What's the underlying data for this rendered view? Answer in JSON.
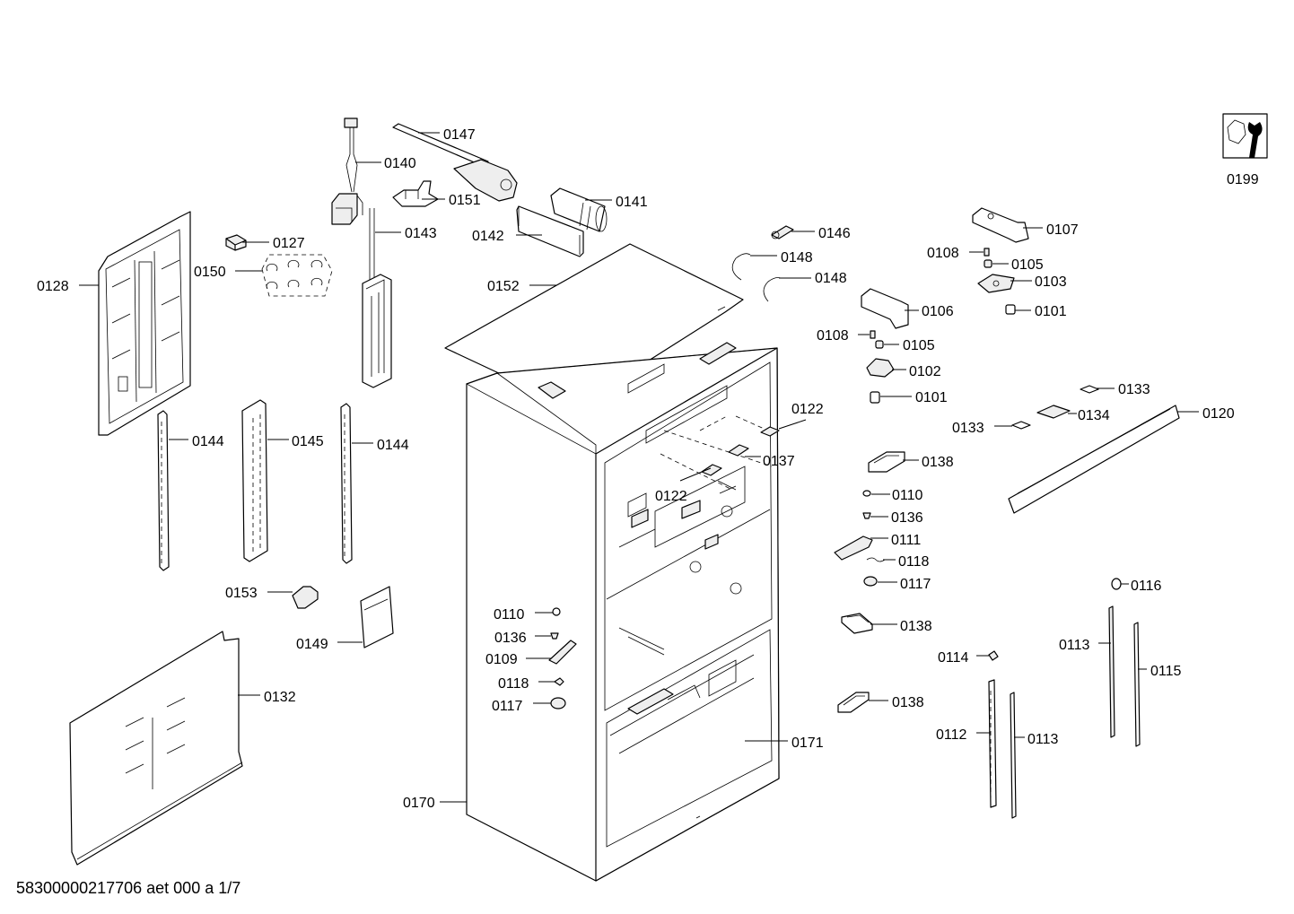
{
  "footer": "58300000217706 aet 000 a 1/7",
  "tool_label": "0199",
  "labels": {
    "p0147": "0147",
    "p0140": "0140",
    "p0151": "0151",
    "p0141": "0141",
    "p0143": "0143",
    "p0142": "0142",
    "p0127": "0127",
    "p0150": "0150",
    "p0128": "0128",
    "p0152": "0152",
    "p0146": "0146",
    "p0148a": "0148",
    "p0148b": "0148",
    "p0107": "0107",
    "p0108a": "0108",
    "p0105a": "0105",
    "p0103": "0103",
    "p0101a": "0101",
    "p0106": "0106",
    "p0108b": "0108",
    "p0105b": "0105",
    "p0102": "0102",
    "p0101b": "0101",
    "p0133a": "0133",
    "p0134": "0134",
    "p0133b": "0133",
    "p0120": "0120",
    "p0122a": "0122",
    "p0137": "0137",
    "p0122b": "0122",
    "p0138a": "0138",
    "p0110a": "0110",
    "p0136a": "0136",
    "p0111": "0111",
    "p0118a": "0118",
    "p0117a": "0117",
    "p0138b": "0138",
    "p0138c": "0138",
    "p0116": "0116",
    "p0113a": "0113",
    "p0115": "0115",
    "p0114": "0114",
    "p0112": "0112",
    "p0113b": "0113",
    "p0144a": "0144",
    "p0145": "0145",
    "p0144b": "0144",
    "p0153": "0153",
    "p0149": "0149",
    "p0132": "0132",
    "p0110b": "0110",
    "p0136b": "0136",
    "p0109": "0109",
    "p0118b": "0118",
    "p0117b": "0117",
    "p0170": "0170",
    "p0171": "0171"
  }
}
